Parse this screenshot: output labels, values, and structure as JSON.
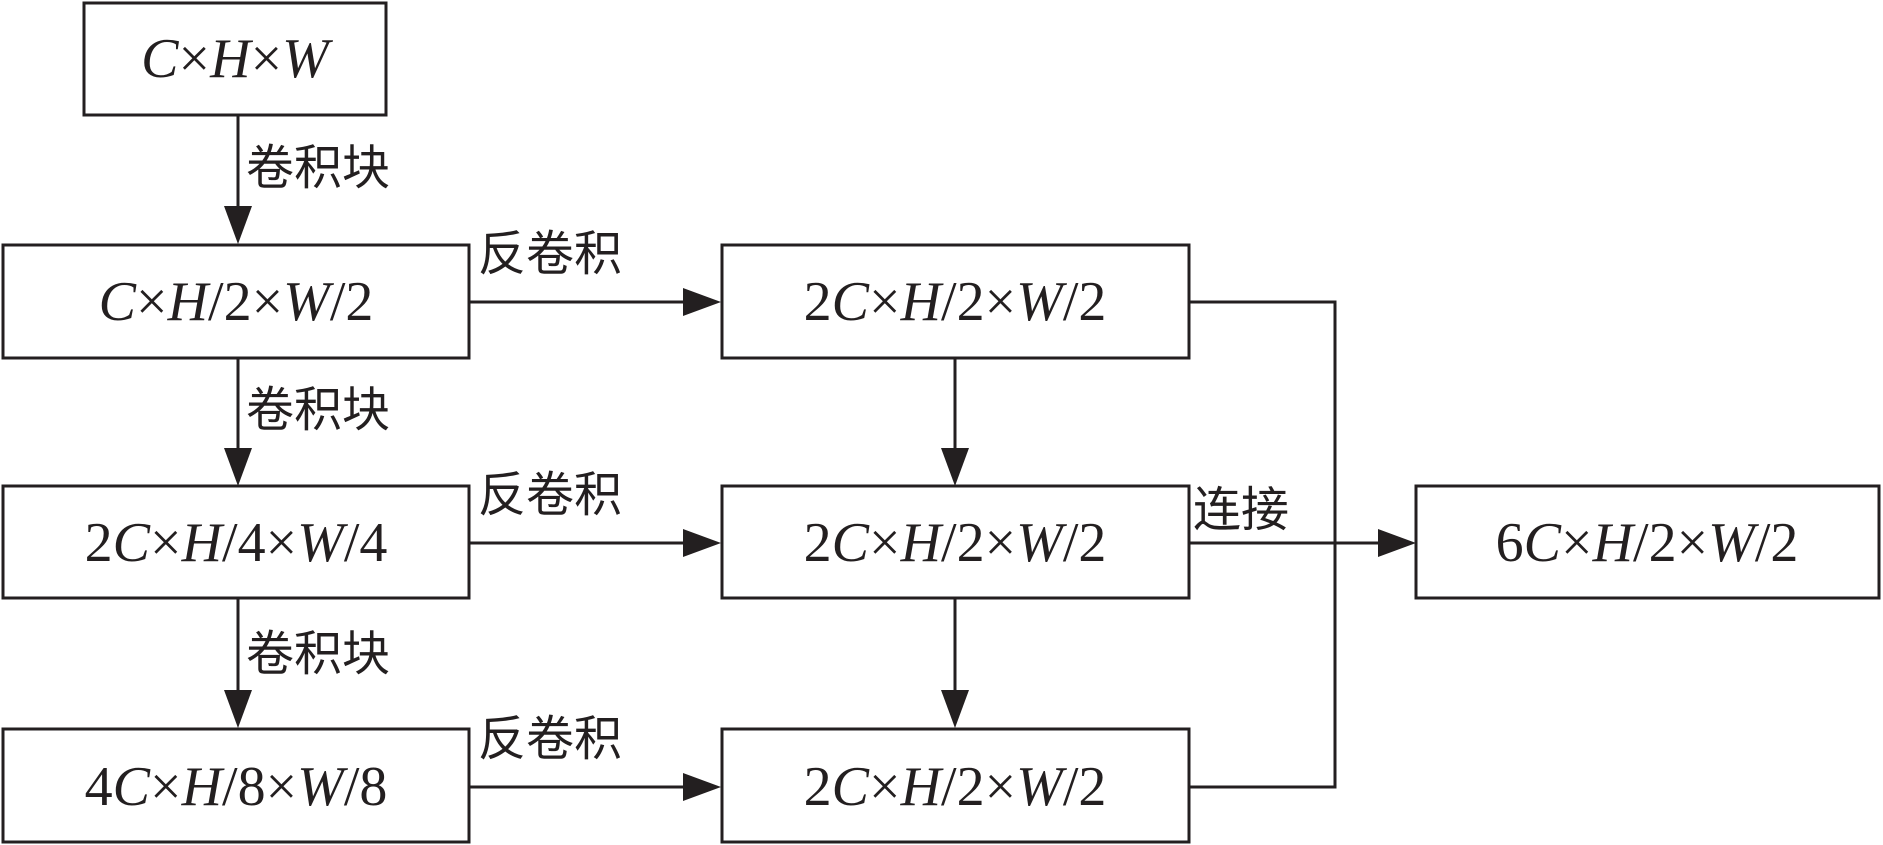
{
  "nodes": {
    "input": {
      "parts": [
        {
          "t": "C",
          "i": true
        },
        {
          "t": "×",
          "i": false
        },
        {
          "t": "H",
          "i": true
        },
        {
          "t": "×",
          "i": false
        },
        {
          "t": "W",
          "i": true
        }
      ]
    },
    "enc1": {
      "parts": [
        {
          "t": "C",
          "i": true
        },
        {
          "t": "×",
          "i": false
        },
        {
          "t": "H",
          "i": true
        },
        {
          "t": "/2×",
          "i": false
        },
        {
          "t": "W",
          "i": true
        },
        {
          "t": "/2",
          "i": false
        }
      ]
    },
    "enc2": {
      "parts": [
        {
          "t": "2",
          "i": false
        },
        {
          "t": "C",
          "i": true
        },
        {
          "t": "×",
          "i": false
        },
        {
          "t": "H",
          "i": true
        },
        {
          "t": "/4×",
          "i": false
        },
        {
          "t": "W",
          "i": true
        },
        {
          "t": "/4",
          "i": false
        }
      ]
    },
    "enc3": {
      "parts": [
        {
          "t": "4",
          "i": false
        },
        {
          "t": "C",
          "i": true
        },
        {
          "t": "×",
          "i": false
        },
        {
          "t": "H",
          "i": true
        },
        {
          "t": "/8×",
          "i": false
        },
        {
          "t": "W",
          "i": true
        },
        {
          "t": "/8",
          "i": false
        }
      ]
    },
    "dec1": {
      "parts": [
        {
          "t": "2",
          "i": false
        },
        {
          "t": "C",
          "i": true
        },
        {
          "t": "×",
          "i": false
        },
        {
          "t": "H",
          "i": true
        },
        {
          "t": "/2×",
          "i": false
        },
        {
          "t": "W",
          "i": true
        },
        {
          "t": "/2",
          "i": false
        }
      ]
    },
    "dec2": {
      "parts": [
        {
          "t": "2",
          "i": false
        },
        {
          "t": "C",
          "i": true
        },
        {
          "t": "×",
          "i": false
        },
        {
          "t": "H",
          "i": true
        },
        {
          "t": "/2×",
          "i": false
        },
        {
          "t": "W",
          "i": true
        },
        {
          "t": "/2",
          "i": false
        }
      ]
    },
    "dec3": {
      "parts": [
        {
          "t": "2",
          "i": false
        },
        {
          "t": "C",
          "i": true
        },
        {
          "t": "×",
          "i": false
        },
        {
          "t": "H",
          "i": true
        },
        {
          "t": "/2×",
          "i": false
        },
        {
          "t": "W",
          "i": true
        },
        {
          "t": "/2",
          "i": false
        }
      ]
    },
    "output": {
      "parts": [
        {
          "t": "6",
          "i": false
        },
        {
          "t": "C",
          "i": true
        },
        {
          "t": "×",
          "i": false
        },
        {
          "t": "H",
          "i": true
        },
        {
          "t": "/2×",
          "i": false
        },
        {
          "t": "W",
          "i": true
        },
        {
          "t": "/2",
          "i": false
        }
      ]
    }
  },
  "labels": {
    "conv_block": "卷积块",
    "deconv": "反卷积",
    "concat": "连接"
  },
  "colors": {
    "stroke": "#231f20",
    "background": "#ffffff"
  }
}
